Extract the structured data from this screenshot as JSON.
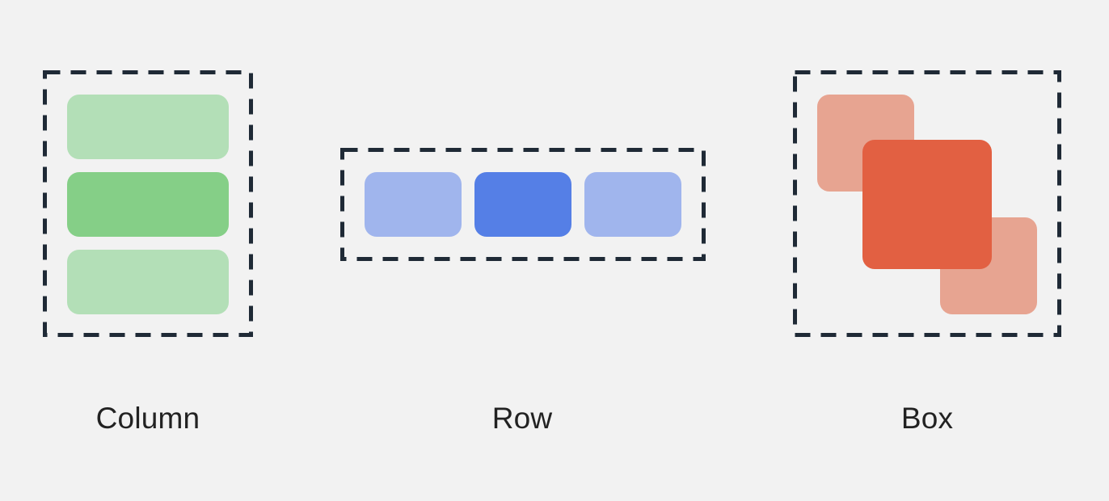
{
  "layouts": {
    "column": {
      "label": "Column",
      "colors": [
        "#b3dfb7",
        "#85cf87",
        "#b3dfb7"
      ]
    },
    "row": {
      "label": "Row",
      "colors": [
        "#a0b5ed",
        "#557fe6",
        "#a0b5ed"
      ]
    },
    "box": {
      "label": "Box",
      "colors": [
        "#e7a491",
        "#e26042",
        "#e7a491"
      ]
    }
  },
  "frame_color": "#1f2a36",
  "background": "#f2f2f2"
}
